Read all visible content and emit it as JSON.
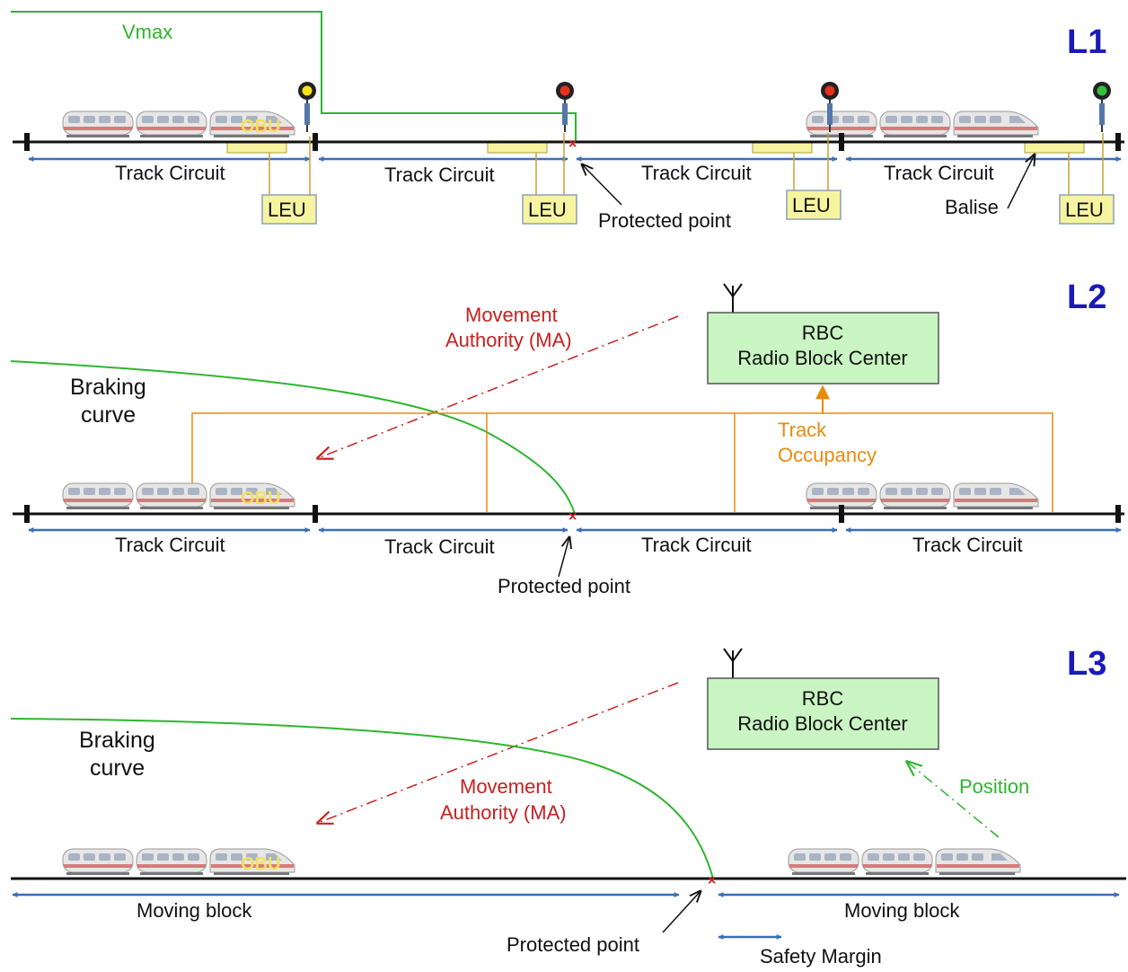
{
  "level1": {
    "title": "L1",
    "vmax_label": "Vmax",
    "track_circuit_label": "Track Circuit",
    "leu_label": "LEU",
    "obu_label": "OBU",
    "protected_point_label": "Protected point",
    "balise_label": "Balise"
  },
  "level2": {
    "title": "L2",
    "rbc_line1": "RBC",
    "rbc_line2": "Radio Block Center",
    "movement_authority_line1": "Movement",
    "movement_authority_line2": "Authority (MA)",
    "braking_curve_line1": "Braking",
    "braking_curve_line2": "curve",
    "track_occupancy_line1": "Track",
    "track_occupancy_line2": "Occupancy",
    "track_circuit_label": "Track Circuit",
    "protected_point_label": "Protected point",
    "obu_label": "OBU"
  },
  "level3": {
    "title": "L3",
    "rbc_line1": "RBC",
    "rbc_line2": "Radio Block Center",
    "braking_curve_line1": "Braking",
    "braking_curve_line2": "curve",
    "movement_authority_line1": "Movement",
    "movement_authority_line2": "Authority (MA)",
    "position_label": "Position",
    "moving_block_label": "Moving block",
    "protected_point_label": "Protected point",
    "safety_margin_label": "Safety Margin",
    "obu_label": "OBU"
  },
  "colors": {
    "level_title": "#1a1ab8",
    "track_arrow": "#3a6fb5",
    "green_curve": "#2fb52f",
    "red_ma": "#c82020",
    "orange_occupancy": "#e98a12",
    "rbc_fill": "#c9f5c2",
    "leu_fill": "#f7f4a0",
    "balise_fill": "#f7f4a0"
  },
  "signals": [
    "yellow",
    "red",
    "red",
    "green"
  ]
}
